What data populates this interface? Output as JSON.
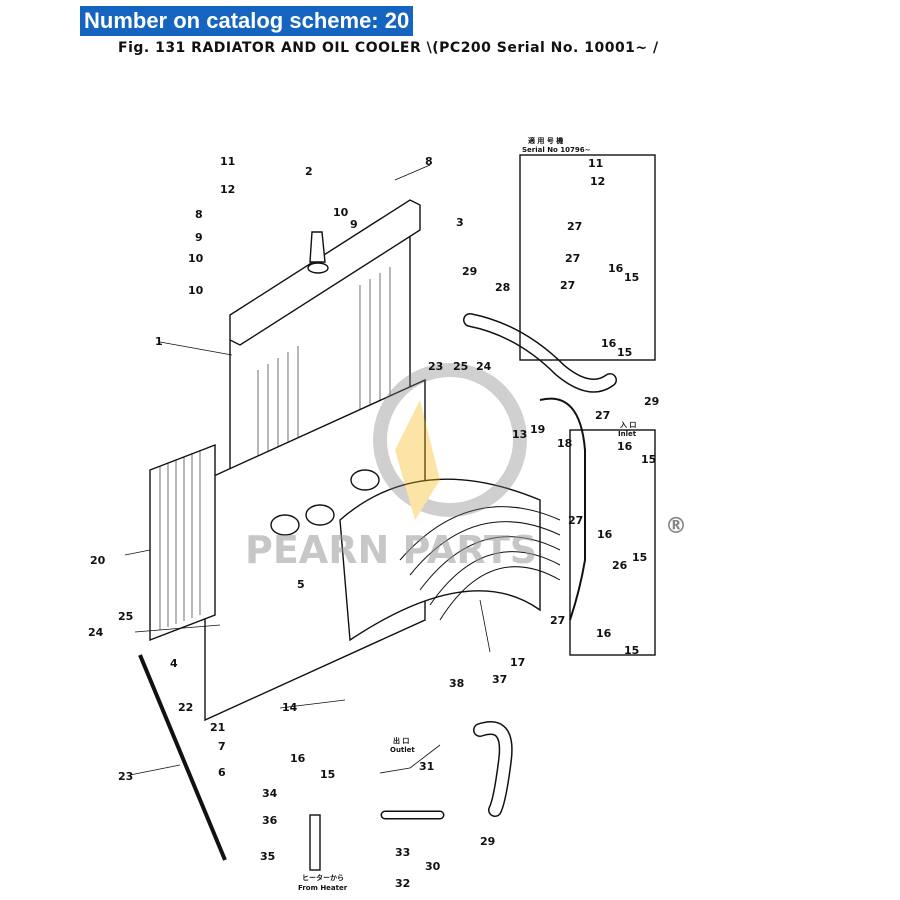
{
  "banner": "Number on catalog scheme: 20",
  "figure_title": "Fig. 131  RADIATOR AND OIL COOLER  \\(PC200 Serial No. 10001~ /",
  "inset_title_jp": "適 用 号 機",
  "inset_serial": "Serial No 10796~",
  "inlet_jp": "入 口",
  "inlet": "Inlet",
  "outlet_jp": "出 口",
  "outlet": "Outlet",
  "from_heater_jp": "ヒーターから",
  "from_heater": "From Heater",
  "watermark": "PEARN PARTS",
  "registered": "®",
  "colors": {
    "banner_bg": "#1565c0",
    "banner_text": "#ffffff",
    "line": "#111111",
    "watermark": "#9a9a9a",
    "accent": "#f5b400"
  },
  "callouts": [
    "1",
    "2",
    "3",
    "4",
    "5",
    "6",
    "7",
    "8",
    "9",
    "10",
    "11",
    "12",
    "13",
    "14",
    "15",
    "16",
    "17",
    "18",
    "19",
    "20",
    "21",
    "22",
    "23",
    "24",
    "25",
    "26",
    "27",
    "28",
    "29",
    "30",
    "31",
    "32",
    "33",
    "34",
    "35",
    "36",
    "37",
    "38"
  ]
}
